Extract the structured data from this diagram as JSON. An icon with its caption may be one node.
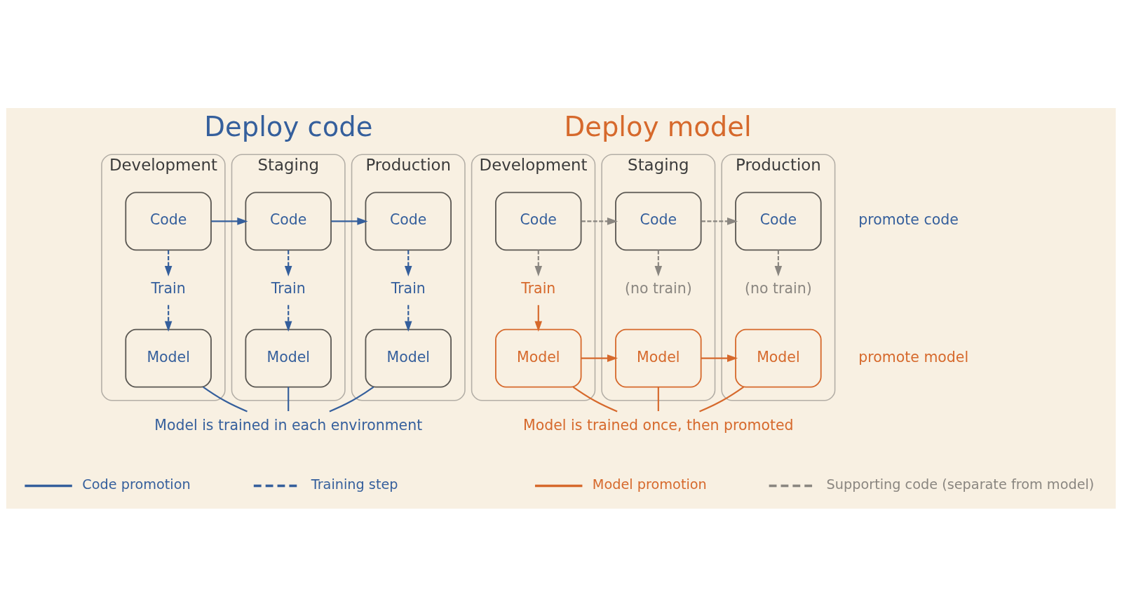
{
  "diagram": {
    "nodes": [
      {
        "text": [
          "Development"
        ]
      },
      {
        "text": [
          "Code"
        ],
        "in": 0
      },
      {
        "text": [
          "Train"
        ],
        "in": 0
      },
      {
        "text": [
          "Model"
        ],
        "in": 0
      },
      {
        "text": [
          "Staging"
        ]
      },
      {
        "text": [
          "Code"
        ],
        "in": 4
      },
      {
        "text": [
          "Train"
        ],
        "in": 4
      },
      {
        "text": [
          "Model"
        ],
        "in": 4
      },
      {
        "text": [
          "Production"
        ]
      },
      {
        "text": [
          "Code"
        ],
        "in": 8
      },
      {
        "text": [
          "Train"
        ],
        "in": 8
      },
      {
        "text": [
          "Model"
        ],
        "in": 8
      },
      {
        "text": [
          "Model is trained in each environment"
        ]
      },
      {
        "text": [
          "Development"
        ]
      },
      {
        "text": [
          "Code"
        ],
        "in": 13
      },
      {
        "text": [
          "Train"
        ],
        "in": 13
      },
      {
        "text": [
          "Model"
        ],
        "in": 13
      },
      {
        "text": [
          "Staging"
        ]
      },
      {
        "text": [
          "Code"
        ],
        "in": 17
      },
      {
        "text": [
          "(no train)"
        ],
        "in": 17
      },
      {
        "text": [
          "Model"
        ],
        "in": 17
      },
      {
        "text": [
          "Production"
        ]
      },
      {
        "text": [
          "Code"
        ],
        "in": 21
      },
      {
        "text": [
          "(no train)"
        ],
        "in": 21
      },
      {
        "text": [
          "Model"
        ],
        "in": 21
      },
      {
        "text": [
          "Model is trained once, then promoted"
        ]
      }
    ],
    "edges": [
      {
        "from": 1,
        "to": 5,
        "arrow": "to"
      },
      {
        "from": 5,
        "to": 9,
        "arrow": "to"
      },
      {
        "from": 1,
        "to": 2,
        "arrow": "to",
        "style": "dashed"
      },
      {
        "from": 2,
        "to": 3,
        "arrow": "to",
        "style": "dashed"
      },
      {
        "from": 5,
        "to": 6,
        "arrow": "to",
        "style": "dashed"
      },
      {
        "from": 6,
        "to": 7,
        "arrow": "to",
        "style": "dashed"
      },
      {
        "from": 9,
        "to": 10,
        "arrow": "to",
        "style": "dashed"
      },
      {
        "from": 10,
        "to": 11,
        "arrow": "to",
        "style": "dashed"
      },
      {
        "from": 3,
        "to": 12,
        "arrow": "none"
      },
      {
        "from": 7,
        "to": 12,
        "arrow": "none"
      },
      {
        "from": 11,
        "to": 12,
        "arrow": "none"
      },
      {
        "from": 14,
        "to": 18,
        "arrow": "to",
        "style": "dashed",
        "color": "#8a8680"
      },
      {
        "from": 18,
        "to": 22,
        "arrow": "to",
        "style": "dashed",
        "color": "#8a8680"
      },
      {
        "from": 14,
        "to": 15,
        "arrow": "to",
        "style": "dashed",
        "color": "#8a8680"
      },
      {
        "from": 15,
        "to": 16,
        "arrow": "to",
        "color": "#d6692c"
      },
      {
        "from": 18,
        "to": 19,
        "arrow": "to",
        "style": "dashed",
        "color": "#8a8680"
      },
      {
        "from": 22,
        "to": 23,
        "arrow": "to",
        "style": "dashed",
        "color": "#8a8680"
      },
      {
        "from": 16,
        "to": 20,
        "arrow": "to",
        "color": "#d6692c"
      },
      {
        "from": 20,
        "to": 24,
        "arrow": "to",
        "color": "#d6692c"
      },
      {
        "from": 16,
        "to": 25,
        "arrow": "none",
        "color": "#d6692c"
      },
      {
        "from": 20,
        "to": 25,
        "arrow": "none",
        "color": "#d6692c"
      },
      {
        "from": 24,
        "to": 25,
        "arrow": "none",
        "color": "#d6692c"
      }
    ],
    "labels": [
      "Deploy code",
      "Deploy model",
      "promote code",
      "promote model"
    ],
    "legend": [
      {
        "text": "Code promotion"
      },
      {
        "text": "Training step"
      },
      {
        "text": "Model promotion"
      },
      {
        "text": "Supporting code (separate from model)"
      }
    ]
  }
}
